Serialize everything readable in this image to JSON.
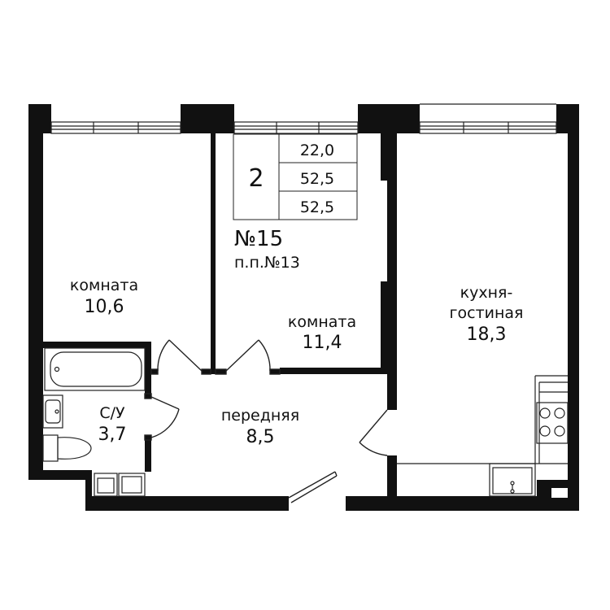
{
  "apartment": {
    "rooms_count": "2",
    "areas": [
      "22,0",
      "52,5",
      "52,5"
    ],
    "number": "№15",
    "serial": "п.п.№13"
  },
  "rooms": {
    "room1": {
      "name": "комната",
      "area": "10,6"
    },
    "room2": {
      "name": "комната",
      "area": "11,4"
    },
    "kitchen": {
      "name_line1": "кухня-",
      "name_line2": "гостиная",
      "area": "18,3"
    },
    "bathroom": {
      "name": "С/У",
      "area": "3,7"
    },
    "hall": {
      "name": "передняя",
      "area": "8,5"
    }
  },
  "colors": {
    "wall": "#111111",
    "line": "#222222",
    "background": "#ffffff"
  }
}
